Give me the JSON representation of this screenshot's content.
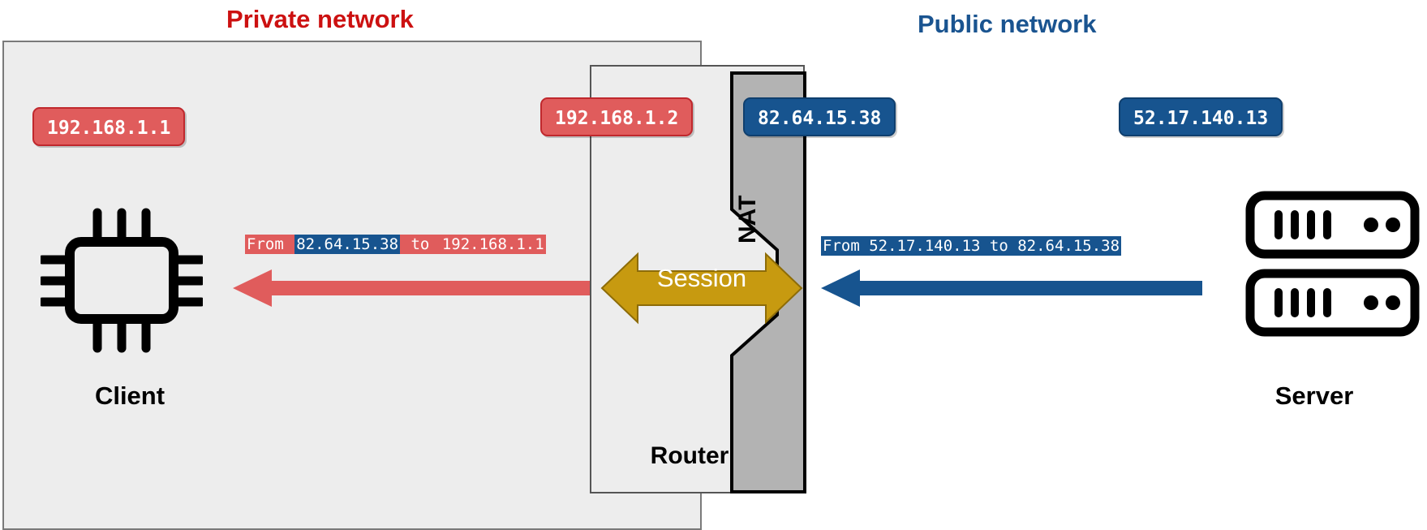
{
  "diagram": {
    "type": "network-nat-diagram",
    "titles": {
      "private": "Private network",
      "public": "Public network"
    },
    "colors": {
      "private_title": "#cc1111",
      "public_title": "#1a5490",
      "private_badge": "#e05c5c",
      "public_badge": "#17548f",
      "session_arrow": "#c79a10",
      "private_panel": "#ededed",
      "nat_strip": "#b3b3b3"
    },
    "nodes": {
      "client": {
        "label": "Client",
        "icon": "cpu-chip-icon",
        "ip": "192.168.1.1"
      },
      "router": {
        "label": "Router",
        "nat_label": "NAT",
        "private_ip": "192.168.1.2",
        "public_ip": "82.64.15.38"
      },
      "server": {
        "label": "Server",
        "icon": "server-rack-icon",
        "ip": "52.17.140.13"
      }
    },
    "session": {
      "label": "Session"
    },
    "packets": {
      "inbound_private": {
        "prefix": "From ",
        "source": "82.64.15.38",
        "middle": " to ",
        "dest": "192.168.1.1",
        "full": "From 82.64.15.38 to 192.168.1.1"
      },
      "inbound_public": {
        "full": "From 52.17.140.13 to 82.64.15.38"
      }
    },
    "arrows": {
      "left_direction": "left",
      "right_direction": "left",
      "session_direction": "bidirectional"
    }
  }
}
